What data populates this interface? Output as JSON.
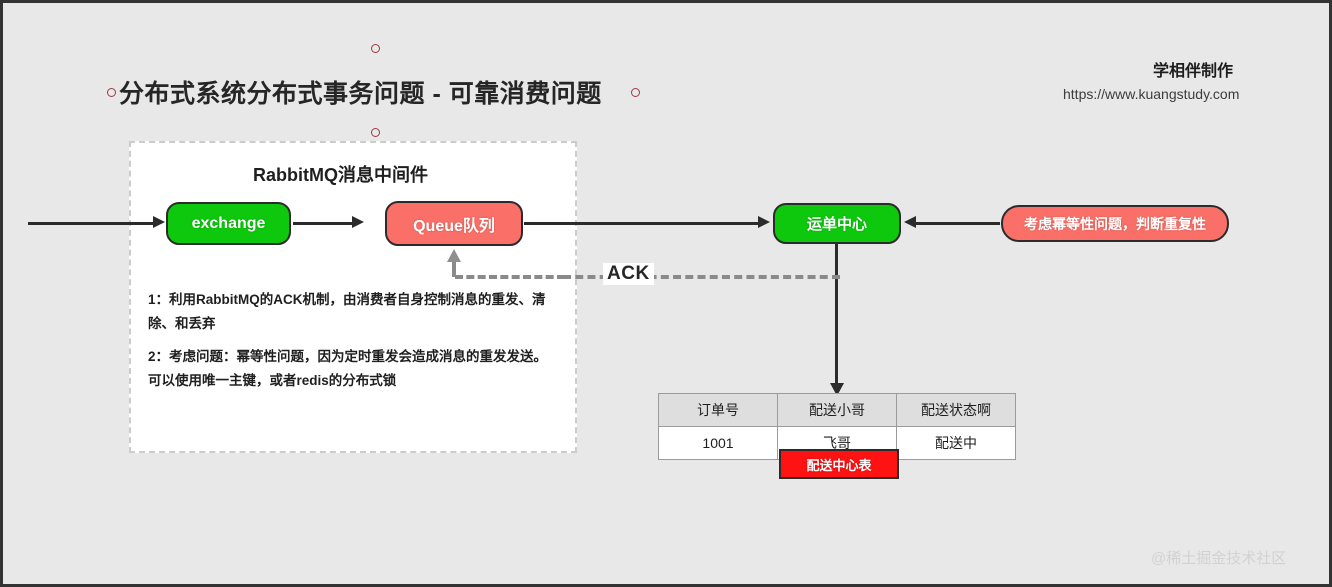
{
  "page": {
    "title": "分布式系统分布式事务问题 - 可靠消费问题",
    "canvas_bg": "#e8e8e8",
    "frame_color": "#333333"
  },
  "branding": {
    "maker": "学相伴制作",
    "url": "https://www.kuangstudy.com",
    "community_watermark": "@稀土掘金技术社区"
  },
  "mq_container": {
    "title": "RabbitMQ消息中间件",
    "border_style": "dashed",
    "notes": [
      "1：利用RabbitMQ的ACK机制，由消费者自身控制消息的重发、清除、和丢弃",
      "2：考虑问题：幂等性问题，因为定时重发会造成消息的重发发送。可以使用唯一主键，或者redis的分布式锁"
    ]
  },
  "nodes": [
    {
      "id": "exchange",
      "label": "exchange",
      "color": "#0ec80e",
      "shape": "rounded-rect"
    },
    {
      "id": "queue",
      "label": "Queue队列",
      "color": "#fa7068",
      "shape": "rounded-rect"
    },
    {
      "id": "waybill-center",
      "label": "运单中心",
      "color": "#0ec80e",
      "shape": "rounded-rect"
    },
    {
      "id": "idempotency-note",
      "label": "考虑幂等性问题，判断重复性",
      "color": "#fa7068",
      "shape": "pill"
    }
  ],
  "connectors": {
    "ack_label": "ACK",
    "ack_style": "dashed",
    "ack_color": "#8a8a8a",
    "solid_color": "#2b2b2b"
  },
  "table": {
    "headers": [
      "订单号",
      "配送小哥",
      "配送状态啊"
    ],
    "rows": [
      [
        "1001",
        "飞哥",
        "配送中"
      ]
    ],
    "caption": "配送中心表",
    "caption_color": "#fe1212",
    "header_bg": "#dedede"
  }
}
